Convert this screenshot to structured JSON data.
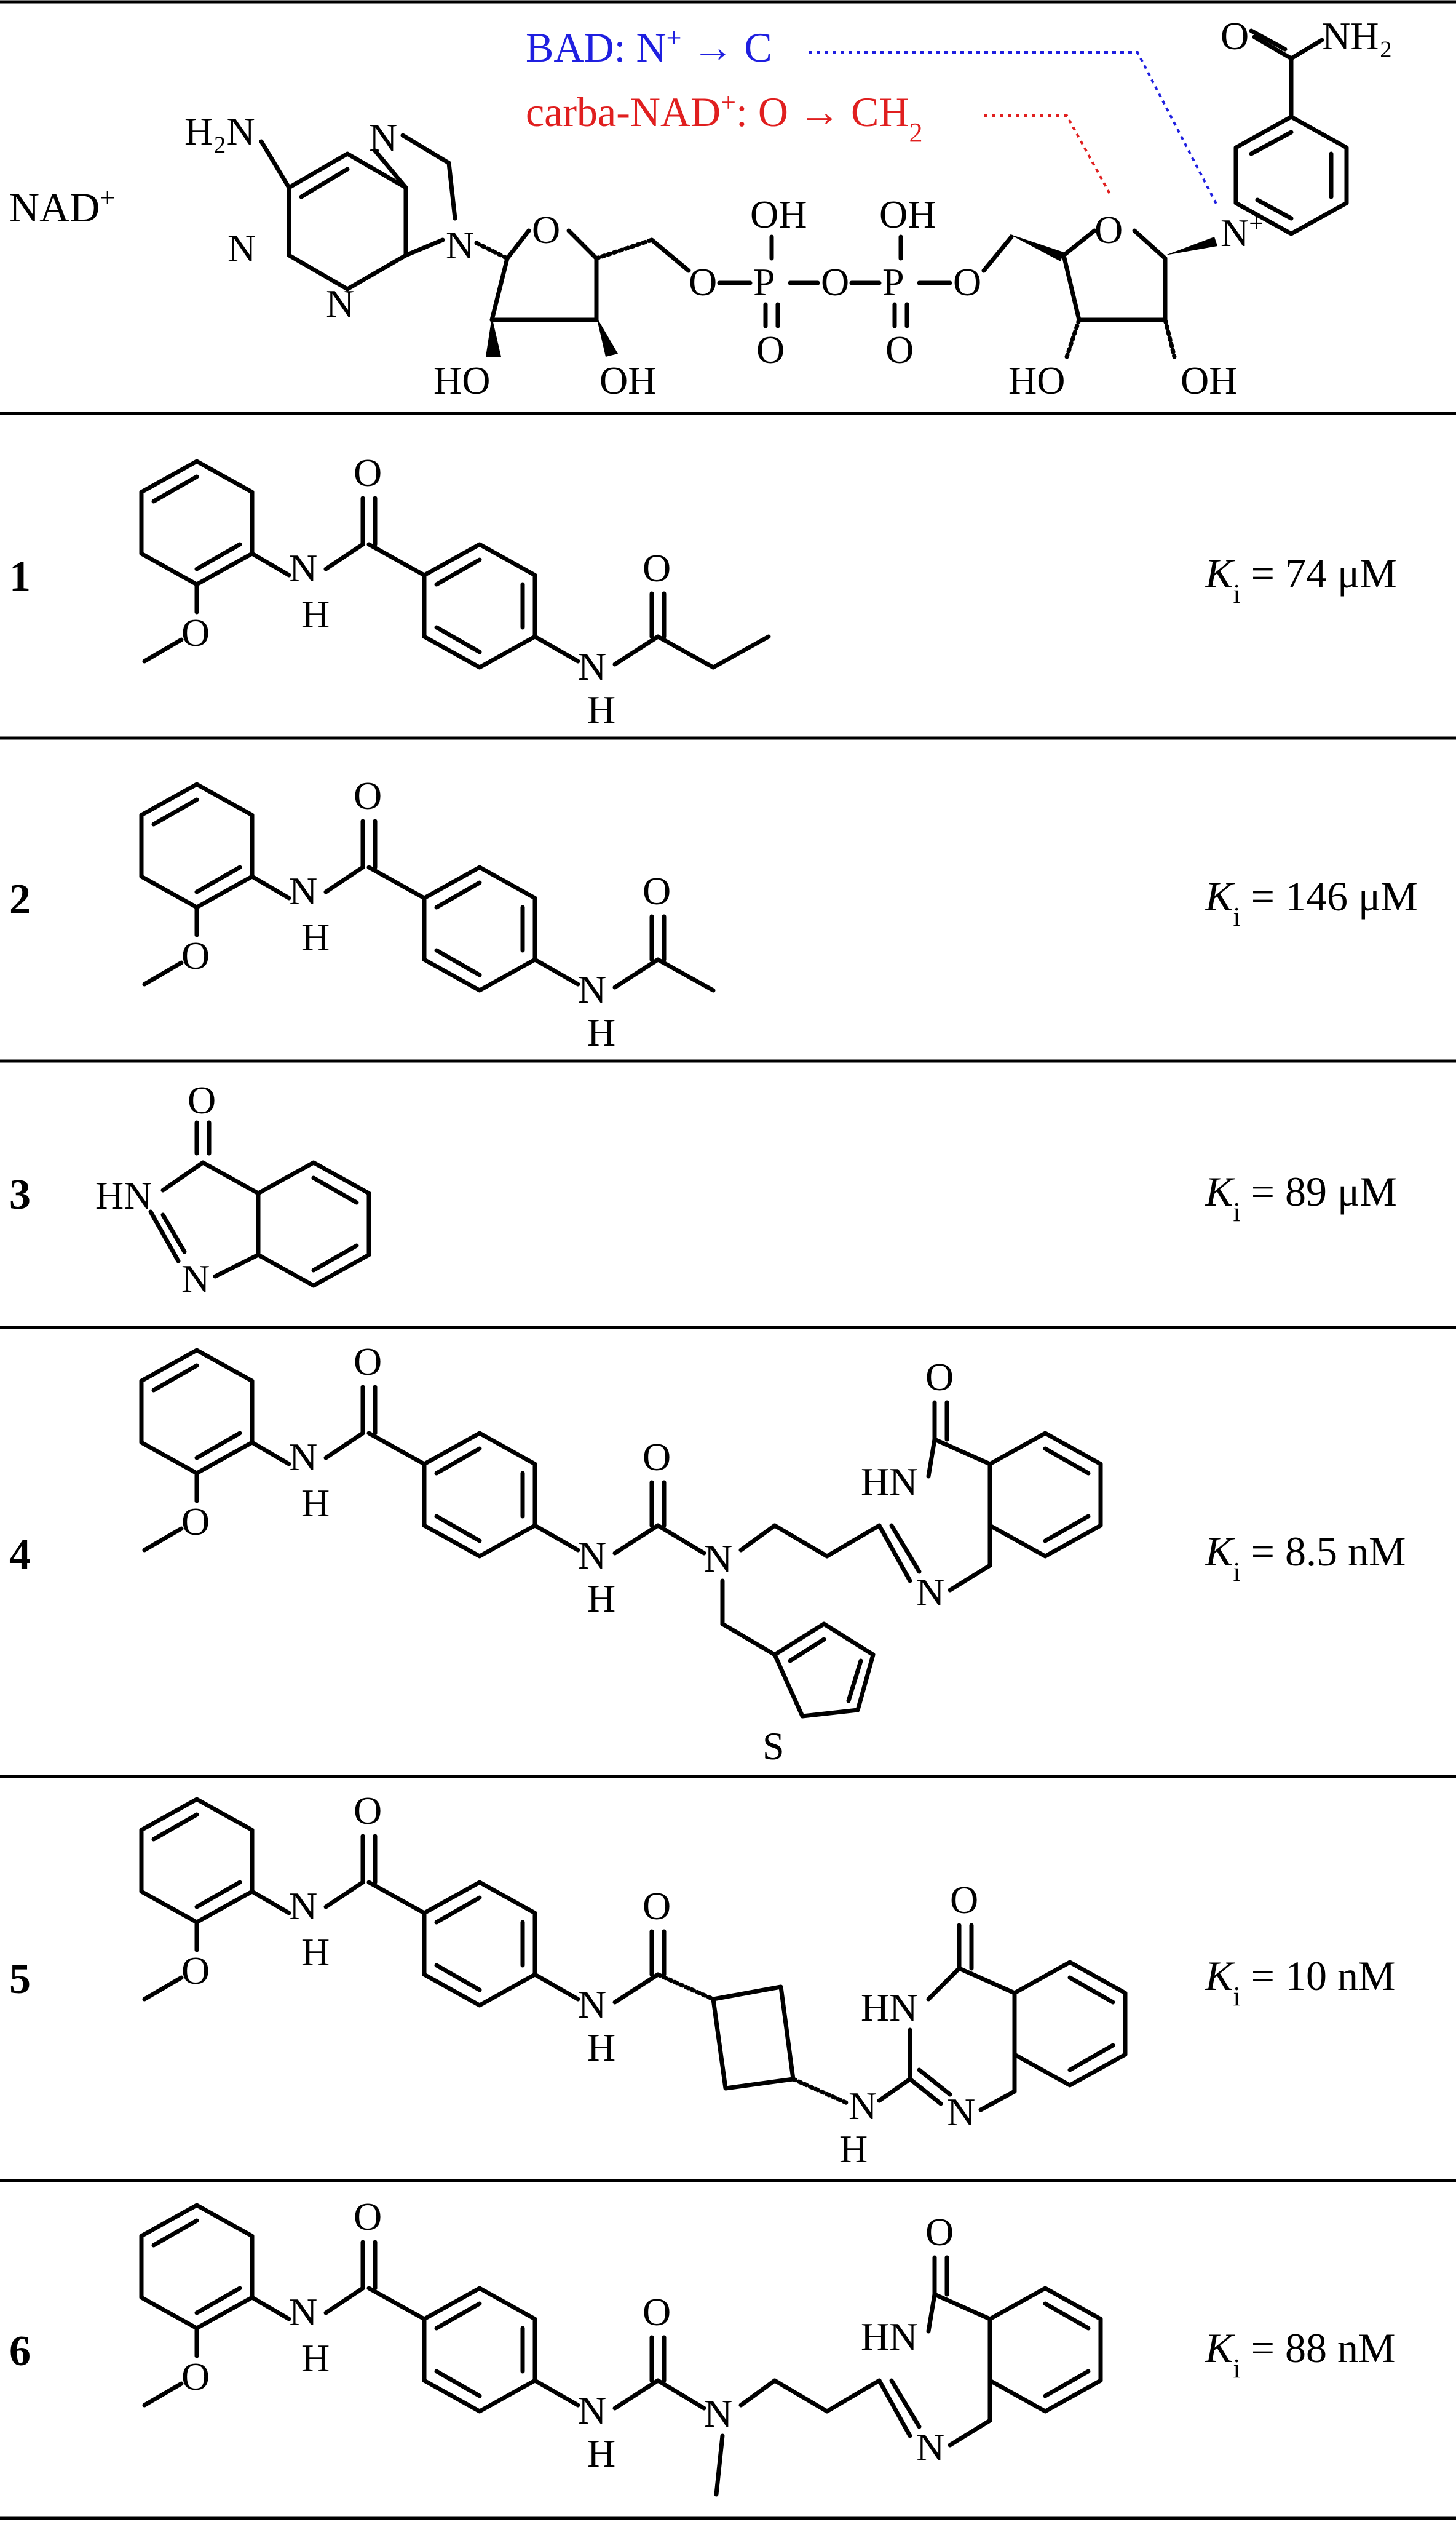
{
  "header": {
    "compound_label": "NAD",
    "compound_charge": "+",
    "note_bad": {
      "prefix": "BAD: N",
      "charge": "+",
      "suffix": " → C",
      "color": "#1f1fe0"
    },
    "note_carba": {
      "prefix": "carba-NAD",
      "charge": "+",
      "suffix": ": O → CH",
      "subscript": "2",
      "color": "#e01f1f"
    }
  },
  "atoms": {
    "O": "O",
    "H": "H",
    "N": "N",
    "S": "S",
    "NH": "NH",
    "HN": "HN",
    "OH": "OH",
    "HO": "HO",
    "P": "P",
    "H2N": "H₂N",
    "NH2": "NH₂",
    "Nplus": "N",
    "plus": "+"
  },
  "ki_symbol": "K",
  "ki_subscript": "i",
  "rows": [
    {
      "label": "1",
      "ki_value": " = 74 μM"
    },
    {
      "label": "2",
      "ki_value": " = 146 μM"
    },
    {
      "label": "3",
      "ki_value": " = 89 μM"
    },
    {
      "label": "4",
      "ki_value": " = 8.5 nM"
    },
    {
      "label": "5",
      "ki_value": " = 10 nM"
    },
    {
      "label": "6",
      "ki_value": " = 88 nM"
    }
  ]
}
